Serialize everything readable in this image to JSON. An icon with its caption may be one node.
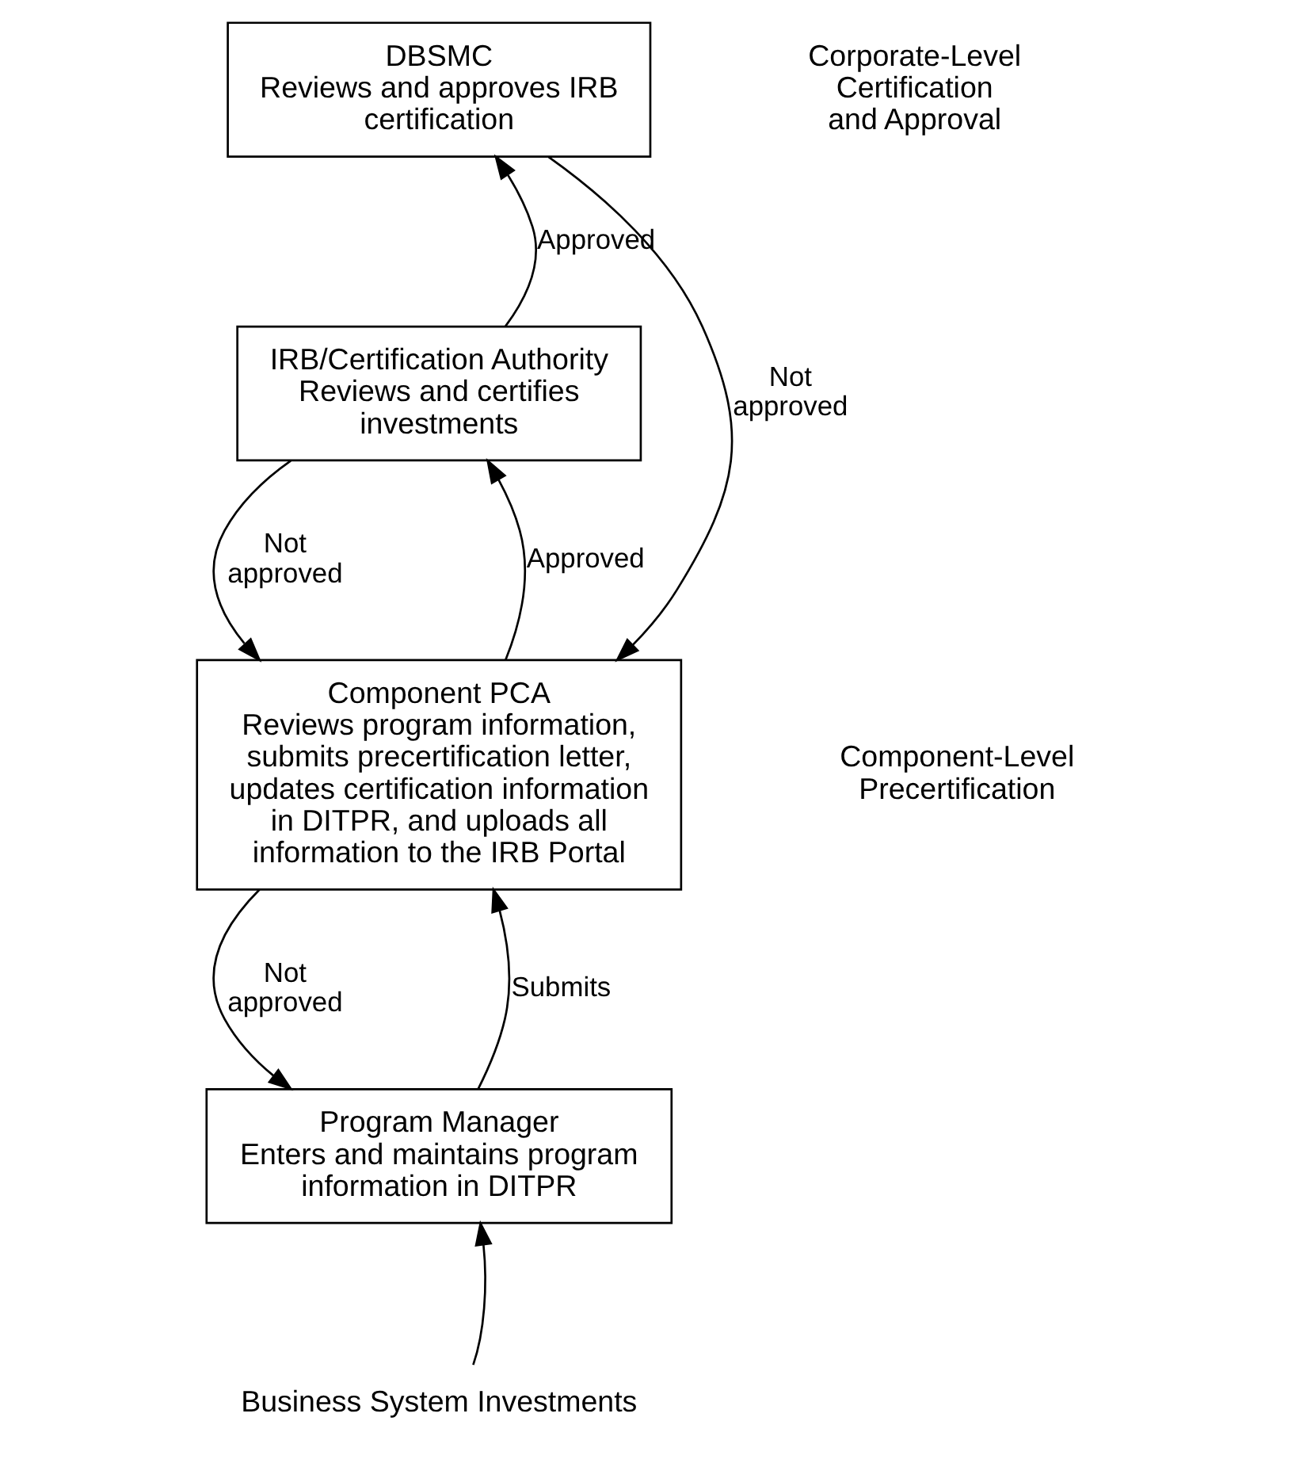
{
  "diagram": {
    "nodes": [
      {
        "text": [
          "DBSMC",
          "Reviews and approves IRB certification"
        ]
      },
      {
        "text": [
          "IRB/Certification Authority",
          "Reviews and certifies investments"
        ]
      },
      {
        "text": [
          "Component PCA",
          "Reviews program information, submits precertification letter, updates certification information in DITPR, and uploads all information to the IRB Portal"
        ]
      },
      {
        "text": [
          "Program Manager",
          "Enters and maintains program information in DITPR"
        ]
      },
      {
        "text": [
          "Business System Investments"
        ]
      }
    ],
    "edges": [
      {
        "from": 1,
        "to": 0,
        "label": "Approved",
        "arrow": "to"
      },
      {
        "from": 0,
        "to": 2,
        "label": "Not approved",
        "arrow": "to"
      },
      {
        "from": 1,
        "to": 2,
        "label": "Not approved",
        "arrow": "to"
      },
      {
        "from": 2,
        "to": 1,
        "label": "Approved",
        "arrow": "to"
      },
      {
        "from": 2,
        "to": 3,
        "label": "Not approved",
        "arrow": "to"
      },
      {
        "from": 3,
        "to": 2,
        "label": "Submits",
        "arrow": "to"
      },
      {
        "from": 4,
        "to": 3,
        "arrow": "to"
      }
    ],
    "labels": [
      "Corporate-Level Certification and Approval",
      "Component-Level Precertification"
    ]
  }
}
